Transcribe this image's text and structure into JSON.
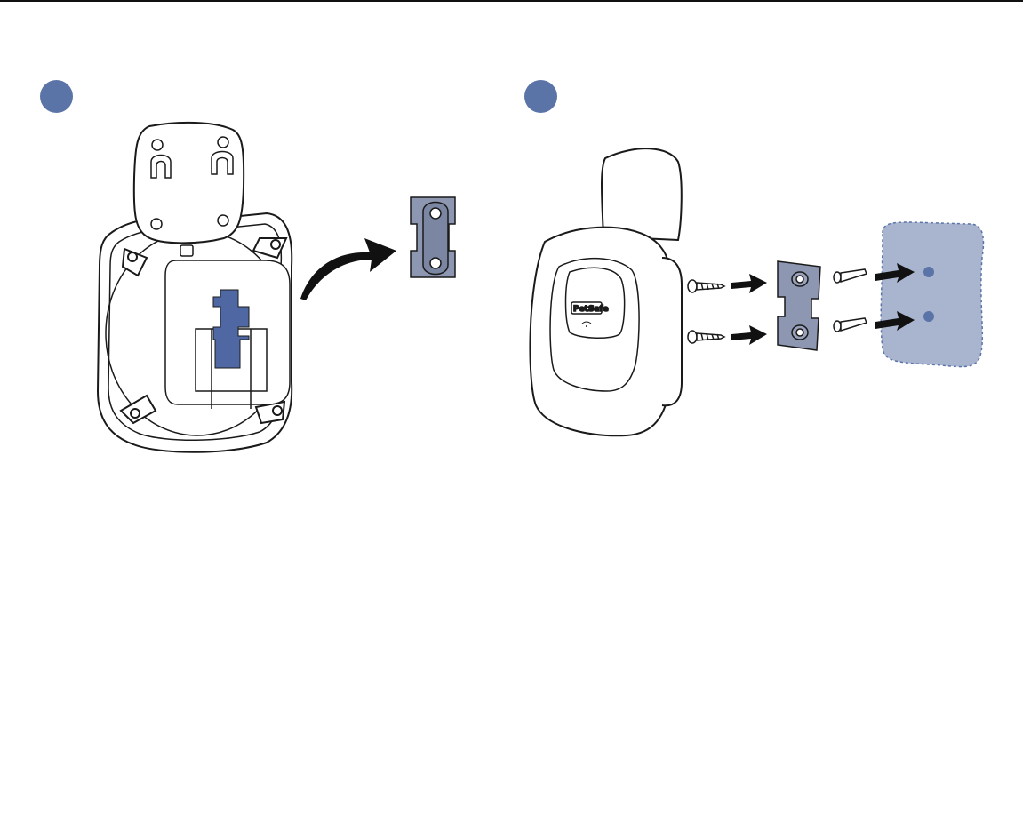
{
  "colors": {
    "accent": "#5b74a8",
    "bracket": "#8d97b1",
    "wall": "#a9b4cf",
    "outline": "#1a1a1a"
  },
  "steps": [
    {
      "id": "step-1",
      "badge_icon": "step-number-circle"
    },
    {
      "id": "step-2",
      "badge_icon": "step-number-circle"
    }
  ],
  "device": {
    "brand_label": "PetSafe"
  }
}
